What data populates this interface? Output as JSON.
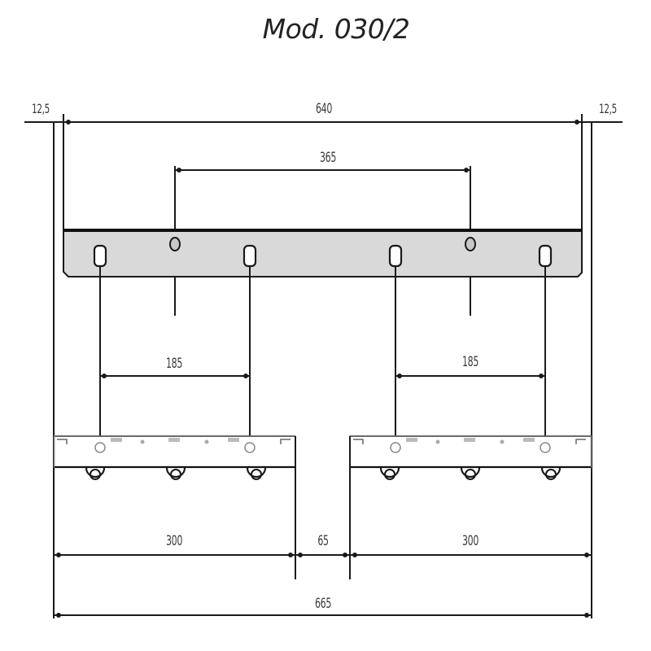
{
  "title": "Mod. 030/2",
  "dimensions": {
    "left_offset": "12,5",
    "right_offset": "12,5",
    "top_width": "640",
    "fixing_holes_spacing": "365",
    "left_pair_spacing": "185",
    "right_pair_spacing": "185",
    "left_plate_width": "300",
    "gap": "65",
    "right_plate_width": "300",
    "overall_width": "665"
  },
  "colors": {
    "line": "#1a1a1a",
    "bar_fill": "#d9d9d9",
    "text": "#3a3a3a"
  },
  "components": {
    "mounting_bar": {
      "slots": 4,
      "round_holes": 2
    },
    "plates": [
      {
        "name": "left-plate",
        "hooks": 3
      },
      {
        "name": "right-plate",
        "hooks": 3
      }
    ]
  }
}
